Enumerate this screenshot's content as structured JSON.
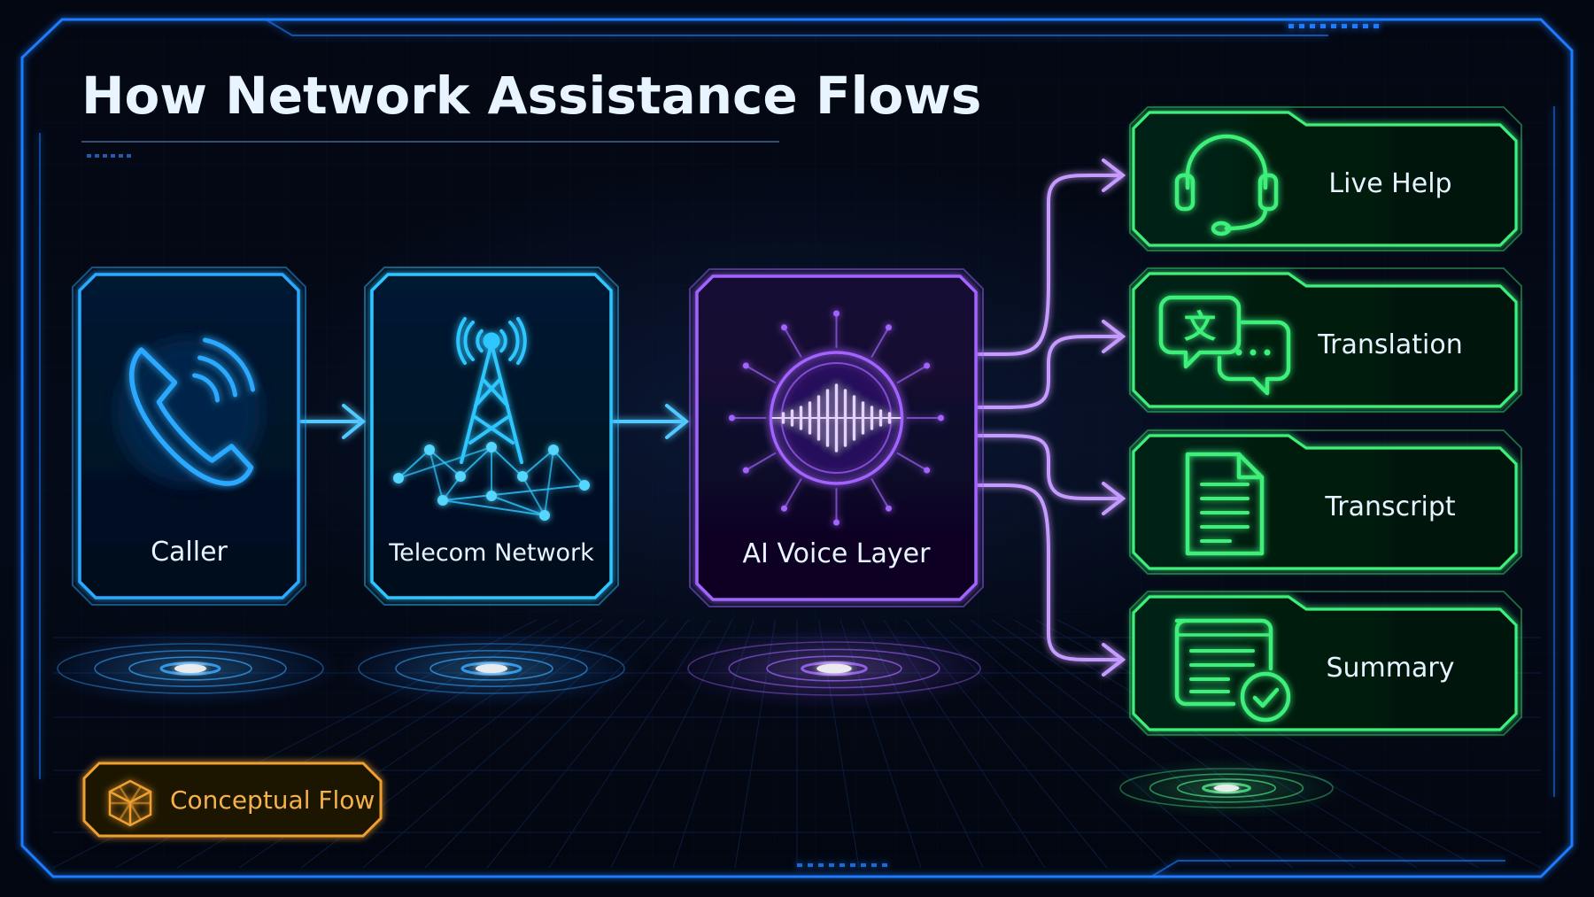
{
  "title": "How Network Assistance Flows",
  "pipeline": [
    {
      "label": "Caller",
      "icon": "phone-icon",
      "color": "#2aa9ff"
    },
    {
      "label": "Telecom Network",
      "icon": "cell-tower-icon",
      "color": "#2fc6ff"
    },
    {
      "label": "AI Voice Layer",
      "icon": "voice-waveform-icon",
      "color": "#a463ff"
    }
  ],
  "outputs": [
    {
      "label": "Live Help",
      "icon": "headset-icon"
    },
    {
      "label": "Translation",
      "icon": "translate-chat-icon"
    },
    {
      "label": "Transcript",
      "icon": "document-icon"
    },
    {
      "label": "Summary",
      "icon": "summary-check-icon"
    }
  ],
  "output_color": "#3cf07a",
  "badge": {
    "label": "Conceptual Flow",
    "icon": "cube-icon",
    "color": "#f0a030"
  },
  "frame_color": "#1f7cff"
}
